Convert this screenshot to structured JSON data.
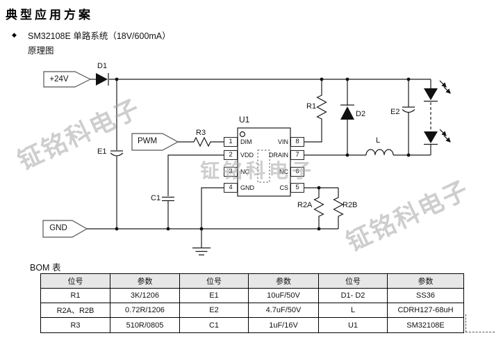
{
  "page": {
    "title": "典型应用方案",
    "bullet": "◆",
    "item_title": "SM32108E 单路系统（18V/600mA）",
    "schematic_label": "原理图",
    "bom_label": "BOM 表",
    "watermark": "钲铭科电子"
  },
  "schematic": {
    "ports": {
      "power_in": "+24V",
      "pwm_in": "PWM",
      "gnd": "GND"
    },
    "labels": {
      "d1": "D1",
      "e1": "E1",
      "r3": "R3",
      "c1": "C1",
      "r1": "R1",
      "d2": "D2",
      "l": "L",
      "e2": "E2",
      "r2a": "R2A",
      "r2b": "R2B"
    },
    "chip": {
      "ref": "U1",
      "left_pins": [
        {
          "num": "1",
          "name": "DIM"
        },
        {
          "num": "2",
          "name": "VDD"
        },
        {
          "num": "3",
          "name": "NC"
        },
        {
          "num": "4",
          "name": "GND"
        }
      ],
      "right_pins": [
        {
          "num": "8",
          "name": "VIN"
        },
        {
          "num": "7",
          "name": "DRAIN"
        },
        {
          "num": "6",
          "name": "NC"
        },
        {
          "num": "5",
          "name": "CS"
        }
      ]
    }
  },
  "bom": {
    "headers": [
      "位号",
      "参数",
      "位号",
      "参数",
      "位号",
      "参数"
    ],
    "rows": [
      [
        "R1",
        "3K/1206",
        "E1",
        "10uF/50V",
        "D1- D2",
        "SS36"
      ],
      [
        "R2A、R2B",
        "0.72R/1206",
        "E2",
        "4.7uF/50V",
        "L",
        "CDRH127-68uH"
      ],
      [
        "R3",
        "510R/0805",
        "C1",
        "1uF/16V",
        "U1",
        "SM32108E"
      ]
    ]
  },
  "colors": {
    "line": "#1a1a1a",
    "flag_border": "#555555",
    "table_header_bg": "#e7e7e7",
    "watermark": "#a5a5a5"
  }
}
